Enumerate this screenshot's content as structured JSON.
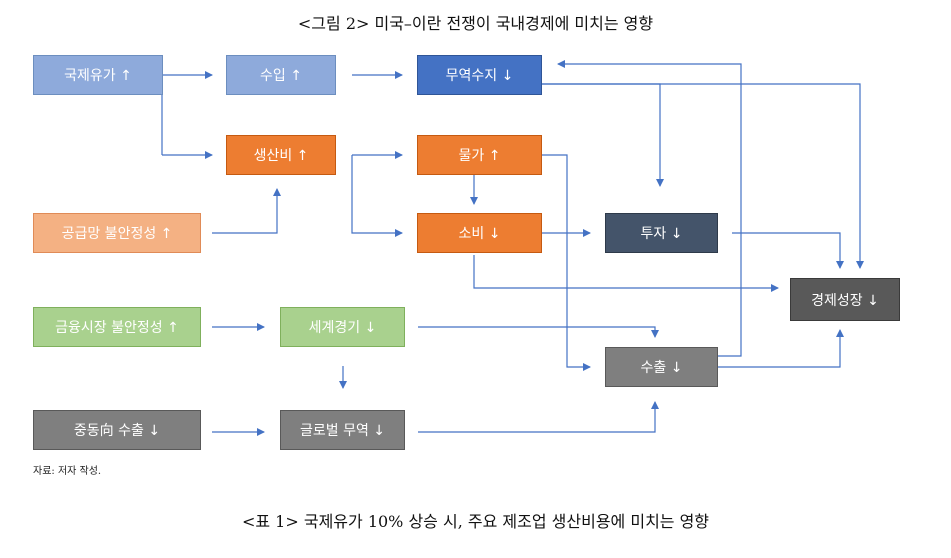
{
  "figure_title": "<그림 2> 미국–이란 전쟁이 국내경제에 미치는 영향",
  "source_note": "자료: 저자 작성.",
  "table_title": "<표 1> 국제유가 10% 상승 시, 주요 제조업 생산비용에 미치는 영향",
  "nodes": {
    "oil_price": "국제유가 ↑",
    "imports": "수입 ↑",
    "trade_balance": "무역수지 ↓",
    "production_cost": "생산비 ↑",
    "prices": "물가 ↑",
    "supply_chain": "공급망 불안정성 ↑",
    "consumption": "소비 ↓",
    "investment": "투자 ↓",
    "growth": "경제성장 ↓",
    "financial_market": "금융시장 불안정성 ↑",
    "world_economy": "세계경기 ↓",
    "exports": "수출 ↓",
    "mideast_exports": "중동向 수출 ↓",
    "global_trade": "글로벌 무역 ↓"
  },
  "colors": {
    "arrow": "#4472c4",
    "light_blue": "#8eaadb",
    "dark_blue": "#4472c4",
    "orange": "#ed7d31",
    "peach": "#f4b183",
    "green": "#a9d18e",
    "gray": "#7f7f7f",
    "slate": "#44546a",
    "charcoal": "#595959"
  }
}
